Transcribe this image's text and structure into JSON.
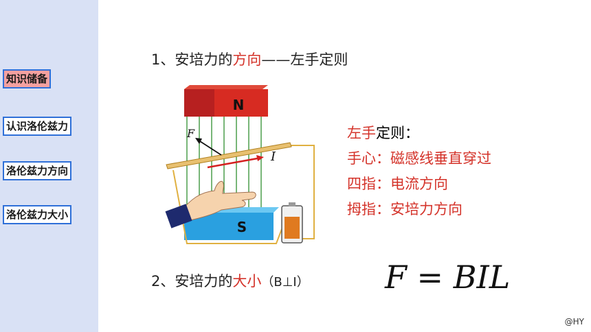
{
  "sidebar": {
    "items": [
      {
        "label": "知识储备",
        "active": true
      },
      {
        "label": "认识洛伦兹力",
        "active": false
      },
      {
        "label": "洛伦兹力方向",
        "active": false
      },
      {
        "label": "洛伦兹力大小",
        "active": false
      }
    ]
  },
  "main": {
    "heading1": {
      "prefix": "1、安培力的",
      "highlight": "方向",
      "suffix": "——左手定则"
    },
    "diagram": {
      "north_label": "N",
      "south_label": "S",
      "force_label": "F",
      "current_label": "I"
    },
    "rule": {
      "title_highlight": "左手",
      "title_rest": "定则：",
      "lines": [
        "手心：磁感线垂直穿过",
        "四指：电流方向",
        "拇指：安培力方向"
      ]
    },
    "heading2": {
      "prefix": "2、安培力的",
      "highlight": "大小",
      "suffix": "（B⊥I）"
    },
    "formula": {
      "lhs": "F",
      "eq": "=",
      "rhs": "BIL"
    }
  },
  "watermark": "@HY",
  "colors": {
    "sidebar_bg": "#d9e1f5",
    "accent_red": "#d4332a",
    "nav_border": "#2e6fd8",
    "active_nav": "#f4a0a0"
  }
}
